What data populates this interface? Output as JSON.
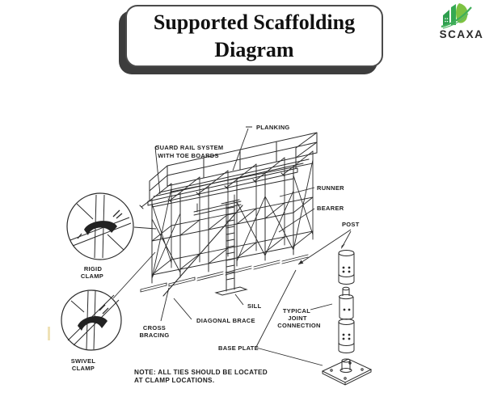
{
  "title": {
    "line1": "Supported Scaffolding",
    "line2": "Diagram"
  },
  "logo": {
    "text": "SCAXA"
  },
  "labels": {
    "planking": "PLANKING",
    "guard_rail_1": "GUARD RAIL SYSTEM",
    "guard_rail_2": "WITH TOE BOARDS",
    "runner": "RUNNER",
    "bearer": "BEARER",
    "post": "POST",
    "rigid_1": "RIGID",
    "rigid_2": "CLAMP",
    "swivel_1": "SWIVEL",
    "swivel_2": "CLAMP",
    "cross_1": "CROSS",
    "cross_2": "BRACING",
    "diagonal_brace": "DIAGONAL BRACE",
    "sill": "SILL",
    "joint_1": "TYPICAL",
    "joint_2": "JOINT",
    "joint_3": "CONNECTION",
    "base_plate": "BASE PLATE"
  },
  "note": {
    "line1": "NOTE:  ALL TIES SHOULD BE LOCATED",
    "line2": "AT CLAMP LOCATIONS."
  },
  "colors": {
    "line": "#2b2b2b",
    "title_shadow": "#3d3d3d",
    "logo_green_dark": "#2e9e4e",
    "logo_green_light": "#7dc242",
    "logo_swoosh": "#3fae5a"
  }
}
